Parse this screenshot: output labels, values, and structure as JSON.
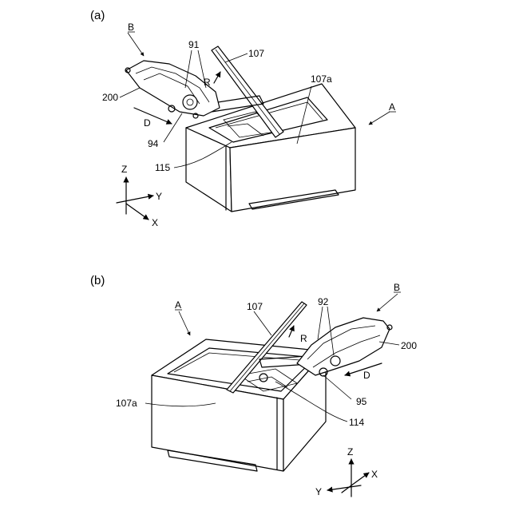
{
  "figure_a": {
    "caption": "(a)",
    "labels": {
      "B": "B",
      "n200": "200",
      "n91": "91",
      "n107": "107",
      "R": "R",
      "n107a": "107a",
      "A": "A",
      "D": "D",
      "n94": "94",
      "n115": "115"
    },
    "axes": {
      "z": "Z",
      "y": "Y",
      "x": "X"
    }
  },
  "figure_b": {
    "caption": "(b)",
    "labels": {
      "A": "A",
      "n107": "107",
      "n92": "92",
      "B": "B",
      "R": "R",
      "n200": "200",
      "D": "D",
      "n107a": "107a",
      "n95": "95",
      "n114": "114"
    },
    "axes": {
      "z": "Z",
      "y": "Y",
      "x": "X"
    }
  }
}
